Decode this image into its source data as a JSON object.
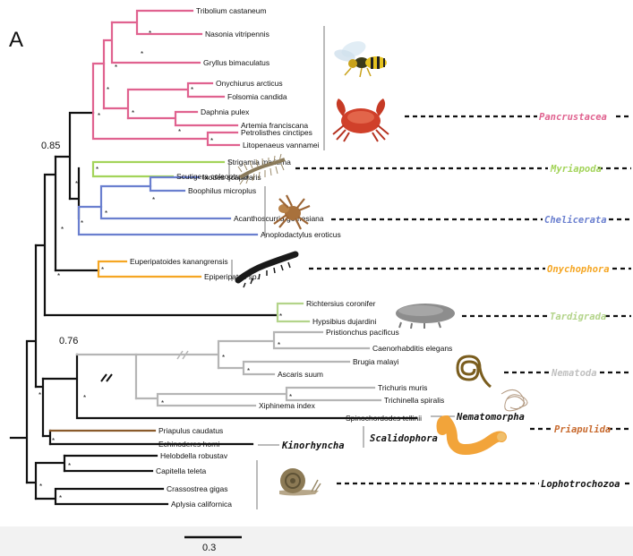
{
  "panel_label": "A",
  "scale_label": "0.3",
  "node_support": {
    "pan_arthropoda": "0.85",
    "ecdysozoa_split": "0.76"
  },
  "colors": {
    "pancrustacea": "#e0628f",
    "myriapoda": "#a3d45a",
    "chelicerata": "#6a7fcf",
    "onychophora": "#f5a623",
    "tardigrada": "#b3d48a",
    "nematoda": "#b5b5b5",
    "priapulida": "#8a5a2b",
    "black": "#111111"
  },
  "taxa": {
    "tribolium": "Tribolium castaneum",
    "nasonia": "Nasonia vitripennis",
    "gryllus": "Gryllus bimaculatus",
    "onychiurus": "Onychiurus arcticus",
    "folsomia": "Folsomia candida",
    "daphnia": "Daphnia pulex",
    "artemia": "Artemia franciscana",
    "petrolisthes": "Petrolisthes cinctipes",
    "litopenaeus": "Litopenaeus vannamei",
    "strigamia": "Strigamia maritima",
    "scutigera": "Scutigera coleoptrata",
    "ixodes": "Ixodes scapularis",
    "boophilus": "Boophilus microplus",
    "acanthoscurria": "Acanthoscurria gomesiana",
    "anoplodactylus": "Anoplodactylus eroticus",
    "euperipatoides": "Euperipatoides kanangrensis",
    "epiperipatus": "Epiperipatus sp.",
    "richtersius": "Richtersius coronifer",
    "hypsibius": "Hypsibius dujardini",
    "pristionchus": "Pristionchus pacificus",
    "caenorhabditis": "Caenorhabditis elegans",
    "brugia": "Brugia malayi",
    "ascaris": "Ascaris suum",
    "trichuris": "Trichuris muris",
    "trichinella": "Trichinella spiralis",
    "xiphinema": "Xiphinema index",
    "spinochordodes": "Spinochordodes tellinii",
    "priapulus": "Priapulus caudatus",
    "echinoderes": "Echinoderes horni",
    "helobdella": "Helobdella robustav",
    "capitella": "Capitella teleta",
    "crassostrea": "Crassostrea gigas",
    "aplysia": "Aplysia californica"
  },
  "clades": {
    "pancrustacea": "Pancrustacea",
    "myriapoda": "Myriapoda",
    "chelicerata": "Chelicerata",
    "onychophora": "Onychophora",
    "tardigrada": "Tardigrada",
    "nematoda": "Nematoda",
    "nematomorpha": "Nematomorpha",
    "priapulida": "Priapulida",
    "kinorhyncha": "Kinorhyncha",
    "scalidophora": "Scalidophora",
    "lophotrochozoa": "Lophotrochozoa"
  },
  "illustrations": [
    "wasp",
    "crab",
    "centipede",
    "tarantula",
    "velvet-worm",
    "tardigrade",
    "nematode-worm",
    "horsehair-worm",
    "priapulid-worm",
    "snail"
  ]
}
